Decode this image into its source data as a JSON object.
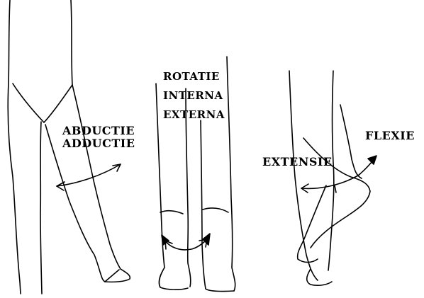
{
  "panels": {
    "abduction": {
      "labels": [
        "ABDUCTIE",
        "ADDUCTIE"
      ]
    },
    "rotation": {
      "labels": [
        "ROTATIE",
        "INTERNA",
        "EXTERNA"
      ]
    },
    "flexion": {
      "labels": [
        "EXTENSIE",
        "FLEXIE"
      ]
    }
  },
  "colors": {
    "ink": "#000000",
    "background": "#ffffff"
  },
  "icons": [
    "double-headed-curved-arrow",
    "double-headed-curved-arrow",
    "double-headed-arrow"
  ]
}
